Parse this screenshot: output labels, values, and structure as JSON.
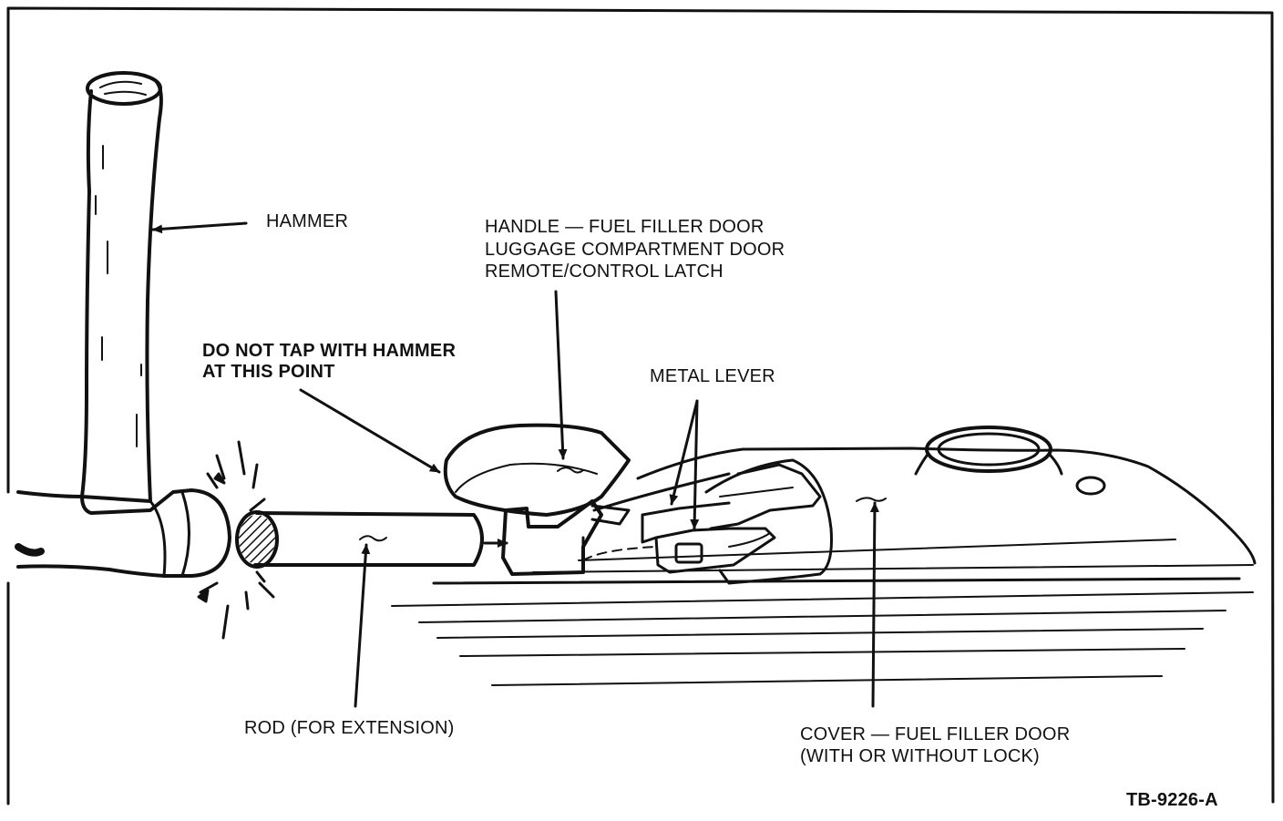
{
  "labels": {
    "hammer": "HAMMER",
    "handle": [
      "HANDLE — FUEL FILLER DOOR",
      "LUGGAGE COMPARTMENT DOOR",
      "REMOTE/CONTROL LATCH"
    ],
    "do_not_tap": [
      "DO NOT TAP WITH HAMMER",
      "AT THIS POINT"
    ],
    "metal_lever": "METAL LEVER",
    "rod": "ROD (FOR EXTENSION)",
    "cover": [
      "COVER — FUEL FILLER DOOR",
      "(WITH OR WITHOUT LOCK)"
    ],
    "figure_id": "TB-9226-A"
  }
}
